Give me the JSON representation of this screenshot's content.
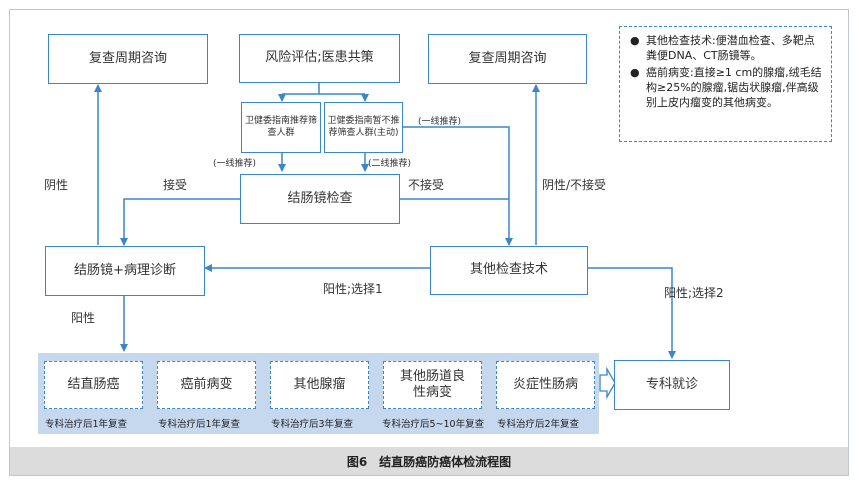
{
  "nodes": {
    "follow_up_left": "复查周期咨询",
    "risk_assessment": "风险评估;医患共策",
    "follow_up_right": "复查周期咨询",
    "recommended_group": "卫健委指南推荐筛查人群",
    "not_recommended_group": "卫健委指南暂不推荐筛查人群(主动)",
    "colonoscopy": "结肠镜检查",
    "colonoscopy_pathology": "结肠镜+病理诊断",
    "other_tech": "其他检查技术",
    "specialist": "专科就诊"
  },
  "edge_labels": {
    "first_line_left": "(一线推荐)",
    "second_line": "(二线推荐)",
    "first_line_right": "(一线推荐)",
    "negative_left": "阴性",
    "accept": "接受",
    "not_accept": "不接受",
    "negative_or_not_accept": "阴性/不接受",
    "positive_choice1": "阳性;选择1",
    "positive_choice2": "阳性;选择2",
    "positive": "阳性"
  },
  "outcomes": [
    {
      "label": "结直肠癌",
      "note": "专科治疗后1年复查"
    },
    {
      "label": "癌前病变",
      "note": "专科治疗后1年复查"
    },
    {
      "label": "其他腺瘤",
      "note": "专科治疗后3年复查"
    },
    {
      "label": "其他肠道良性病变",
      "note": "专科治疗后5~10年复查"
    },
    {
      "label": "炎症性肠病",
      "note": "专科治疗后2年复查"
    }
  ],
  "side_notes": [
    "其他检查技术:便潜血检查、多靶点粪便DNA、CT肠镜等。",
    "癌前病变:直接≥1 cm的腺瘤,绒毛结构≥25%的腺瘤,锯齿状腺瘤,伴高级别上皮内瘤变的其他病变。"
  ],
  "caption": "图6　结直肠癌防癌体检流程图",
  "colors": {
    "line": "#3a86c8",
    "panel": "#c5d8ee",
    "caption_bg": "#dcdcdc"
  }
}
